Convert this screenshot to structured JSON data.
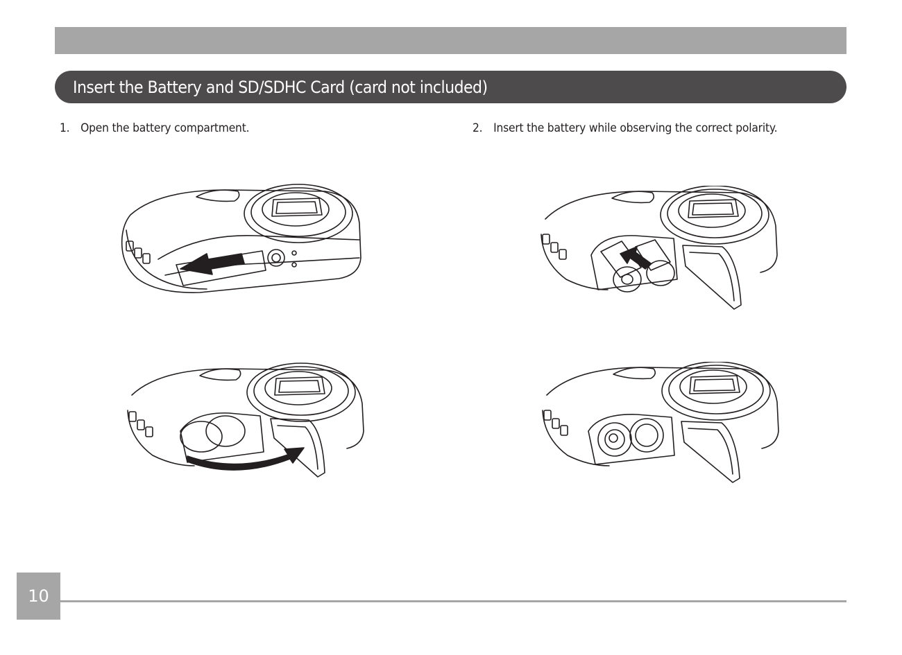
{
  "header": {
    "title": "Insert the Battery and SD/SDHC Card (card not included)"
  },
  "steps": [
    {
      "number": "1.",
      "text": "Open the battery compartment."
    },
    {
      "number": "2.",
      "text": "Insert the battery while observing the correct polarity."
    }
  ],
  "illustrations": [
    {
      "icon": "camera-slide-latch-icon"
    },
    {
      "icon": "camera-open-door-icon"
    },
    {
      "icon": "camera-insert-battery-icon"
    },
    {
      "icon": "camera-batteries-inserted-icon"
    }
  ],
  "footer": {
    "page_number": "10"
  },
  "colors": {
    "band_gray": "#a7a6a6",
    "title_bar": "#4d4b4c",
    "text": "#231f20"
  }
}
